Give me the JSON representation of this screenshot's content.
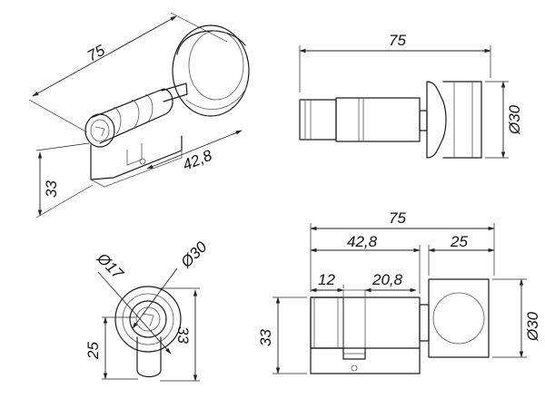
{
  "dimensions": {
    "iso_length": "75",
    "iso_body": "42,8",
    "iso_height": "33",
    "top_length": "75",
    "top_knob_dia": "Ø30",
    "front_inner_dia": "Ø17",
    "front_outer_dia": "Ø30",
    "front_left_height": "25",
    "front_right_height": "33",
    "side_total": "75",
    "side_body": "42,8",
    "side_knob": "25",
    "side_a": "12",
    "side_b": "20,8",
    "side_height": "33",
    "side_knob_dia": "Ø30"
  }
}
